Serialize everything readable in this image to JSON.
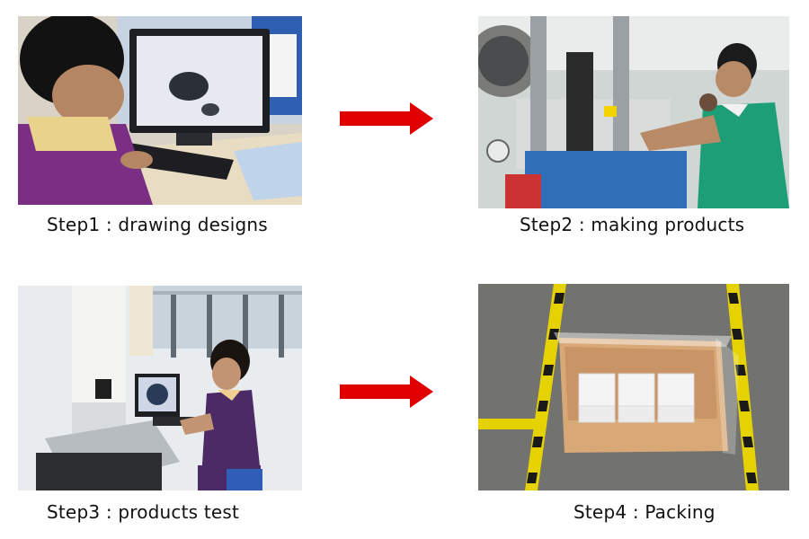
{
  "steps": [
    {
      "caption": "Step1 : drawing designs"
    },
    {
      "caption": "Step2 : making products"
    },
    {
      "caption": "Step3 : products test"
    },
    {
      "caption": "Step4 : Packing"
    }
  ],
  "arrow_color": "#e00000"
}
